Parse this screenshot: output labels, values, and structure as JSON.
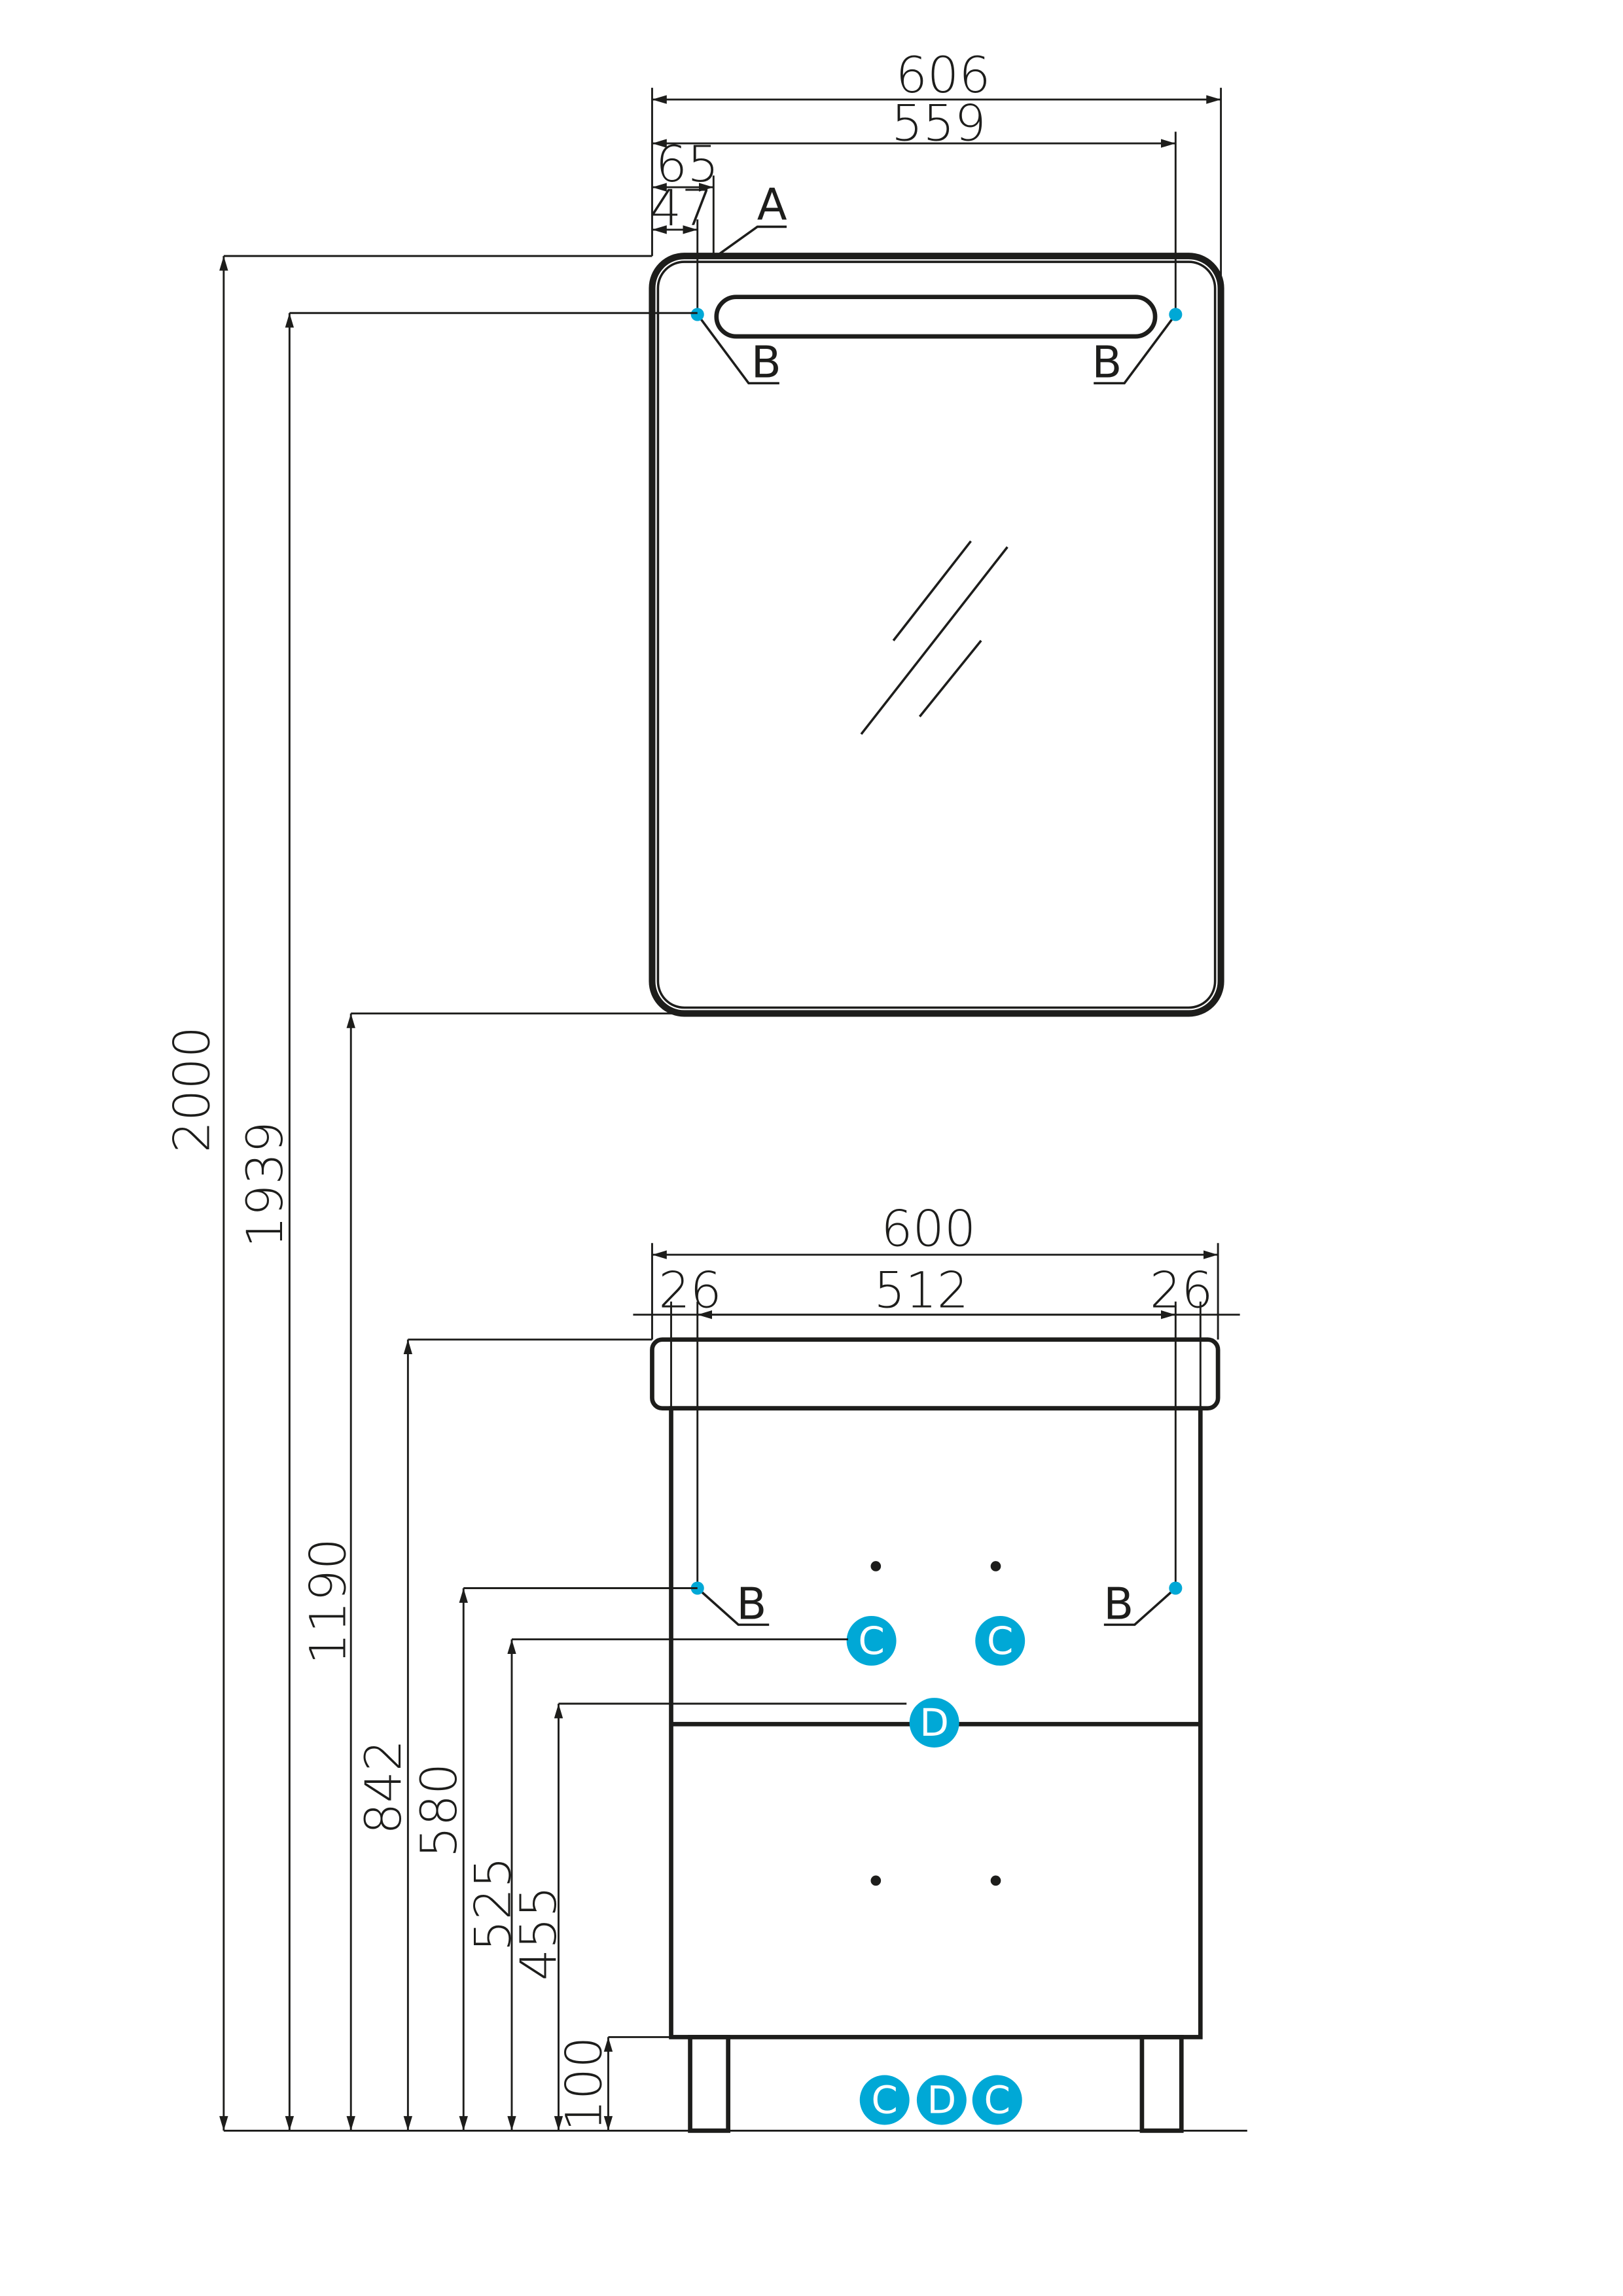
{
  "colors": {
    "line": "#1d1d1b",
    "marker": "#00a8d6"
  },
  "mirror": {
    "width_outer": "606",
    "width_inner": "559",
    "offset_65": "65",
    "offset_47": "47",
    "label_a": "A",
    "label_b_left": "B",
    "label_b_right": "B"
  },
  "cabinet": {
    "width": "600",
    "side_left": "26",
    "span": "512",
    "side_right": "26",
    "label_b_left": "B",
    "label_b_right": "B",
    "markers": {
      "c1": "C",
      "c2": "C",
      "d": "D",
      "bottom_c1": "C",
      "bottom_d": "D",
      "bottom_c2": "C"
    }
  },
  "heights": {
    "h2000": "2000",
    "h1939": "1939",
    "h1190": "1190",
    "h842": "842",
    "h580": "580",
    "h525": "525",
    "h455": "455",
    "h100": "100"
  }
}
